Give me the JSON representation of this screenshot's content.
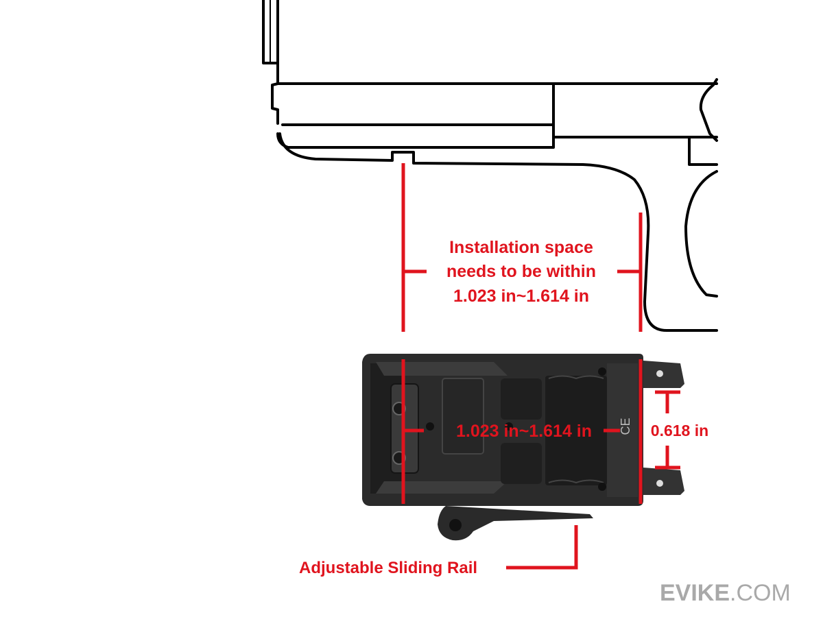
{
  "annotations": {
    "installation_line1": "Installation space",
    "installation_line2": "needs to be within",
    "installation_line3": "1.023 in~1.614 in",
    "inner_span": "1.023 in~1.614 in",
    "rail_width": "0.618 in",
    "sliding_rail": "Adjustable Sliding Rail"
  },
  "light_marking": "CE",
  "watermark": {
    "brand": "EVIKE",
    "suffix": ".COM"
  },
  "colors": {
    "annotation": "#e0141e",
    "outline": "#000000",
    "device_body": "#2b2b2b",
    "watermark": "#a9a9a9"
  },
  "icons": [
    "pistol-outline",
    "weapon-light",
    "measurement-bracket"
  ]
}
